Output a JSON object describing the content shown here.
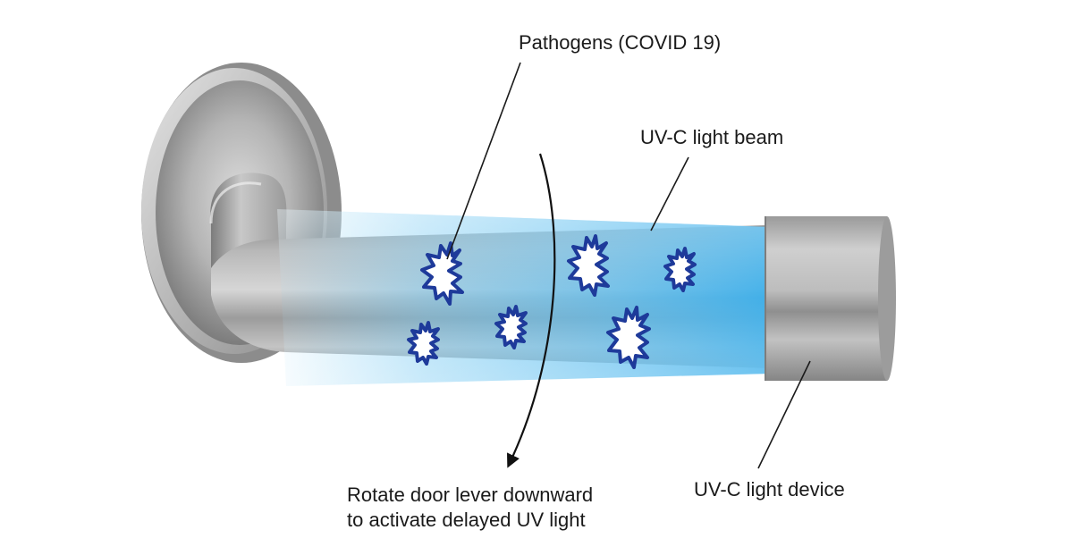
{
  "labels": {
    "pathogens": "Pathogens (COVID 19)",
    "beam": "UV-C light beam",
    "device": "UV-C light device",
    "rotate_line1": "Rotate door lever downward",
    "rotate_line2": "to activate delayed UV light"
  },
  "colors": {
    "beam": "#5fc0f0",
    "pathogen_star": "#1e3a9a",
    "metal": "#a9a9a9",
    "leader_line": "#1a1a1a"
  },
  "icons": {
    "pathogen": "pathogen-burst-icon",
    "rotation_arrow": "curved-arrow-down-icon"
  }
}
